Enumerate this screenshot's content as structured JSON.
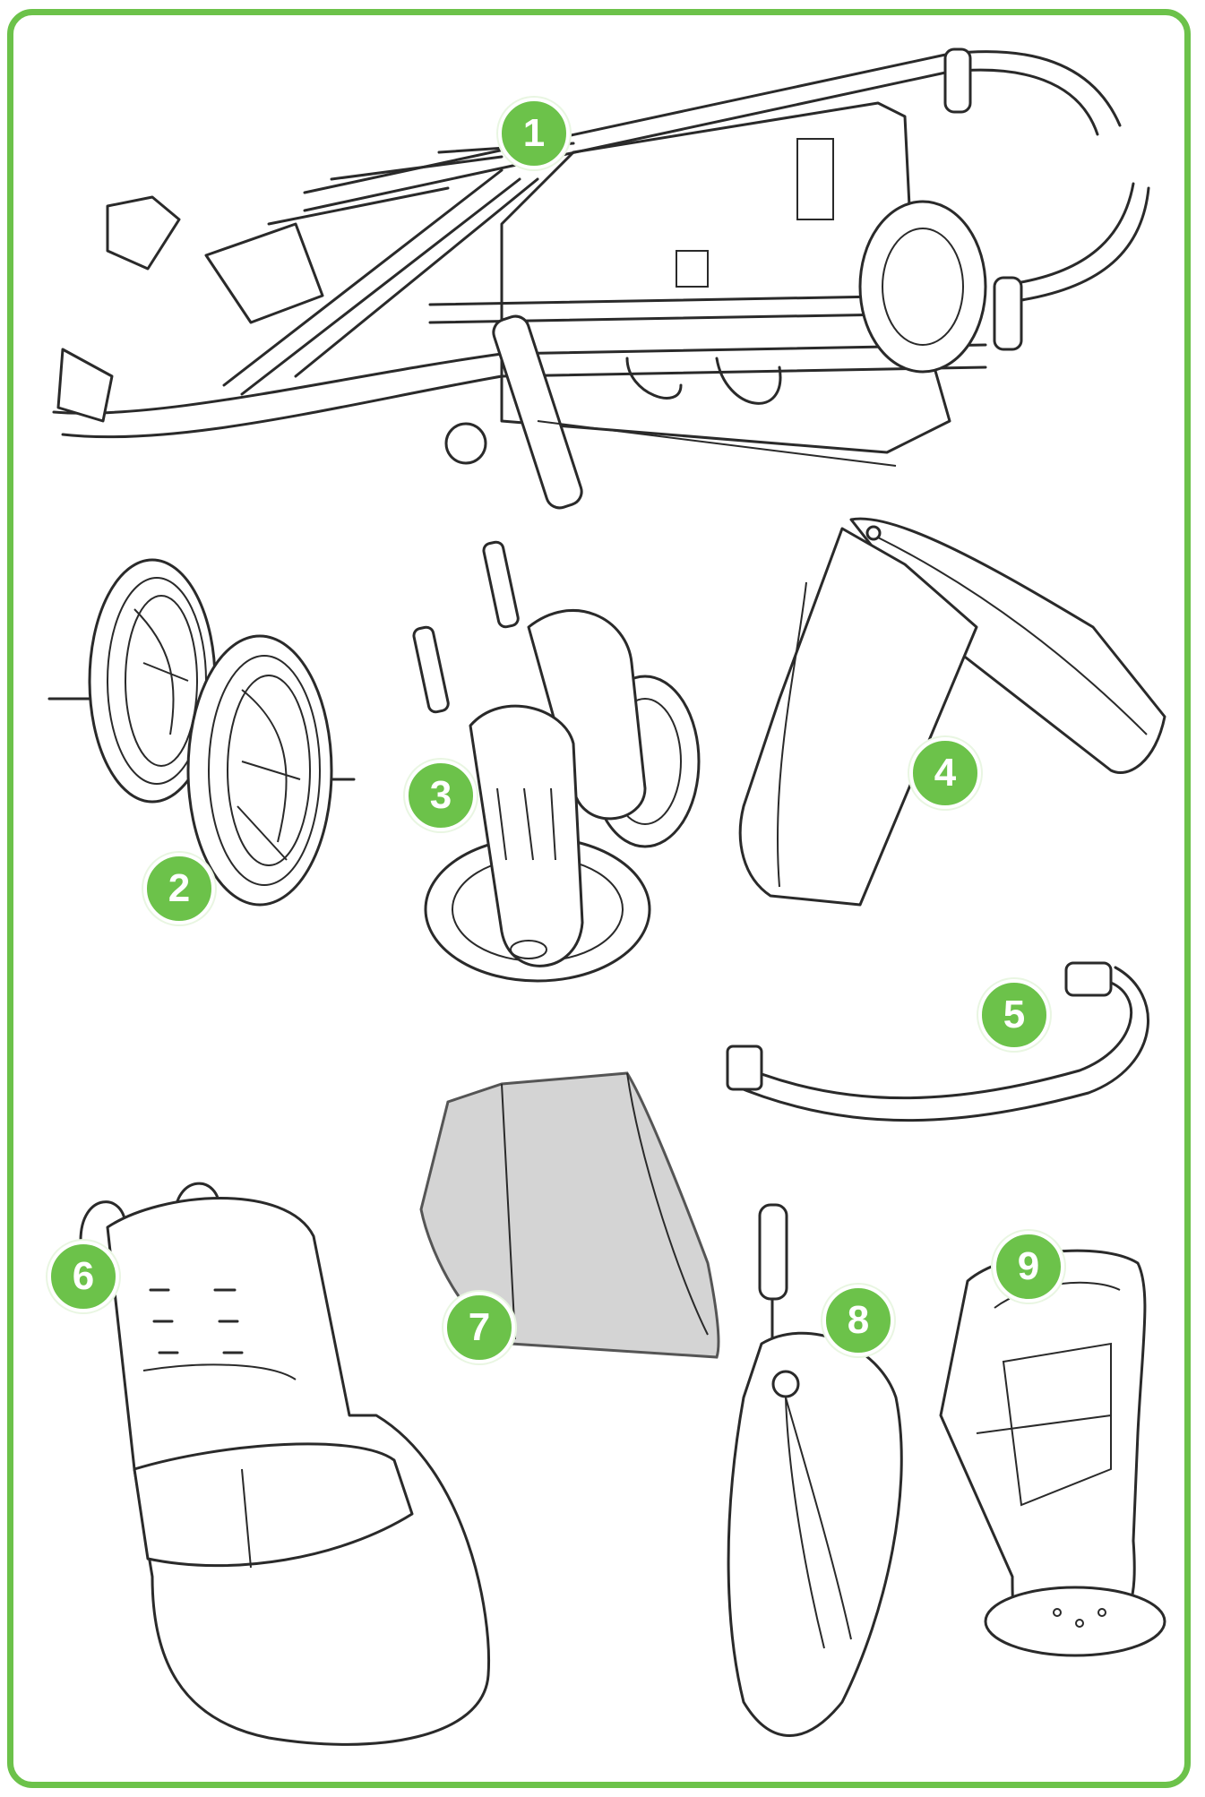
{
  "accent_color": "#6cc24a",
  "callouts": [
    {
      "number": "1",
      "depicts": "stroller-frame"
    },
    {
      "number": "2",
      "depicts": "rear-wheels"
    },
    {
      "number": "3",
      "depicts": "front-swivel-wheels"
    },
    {
      "number": "4",
      "depicts": "canopy"
    },
    {
      "number": "5",
      "depicts": "bumper-bar"
    },
    {
      "number": "6",
      "depicts": "seat-liner-footmuff"
    },
    {
      "number": "7",
      "depicts": "rain-cover"
    },
    {
      "number": "8",
      "depicts": "drawstring-bag"
    },
    {
      "number": "9",
      "depicts": "cup-holder"
    }
  ]
}
